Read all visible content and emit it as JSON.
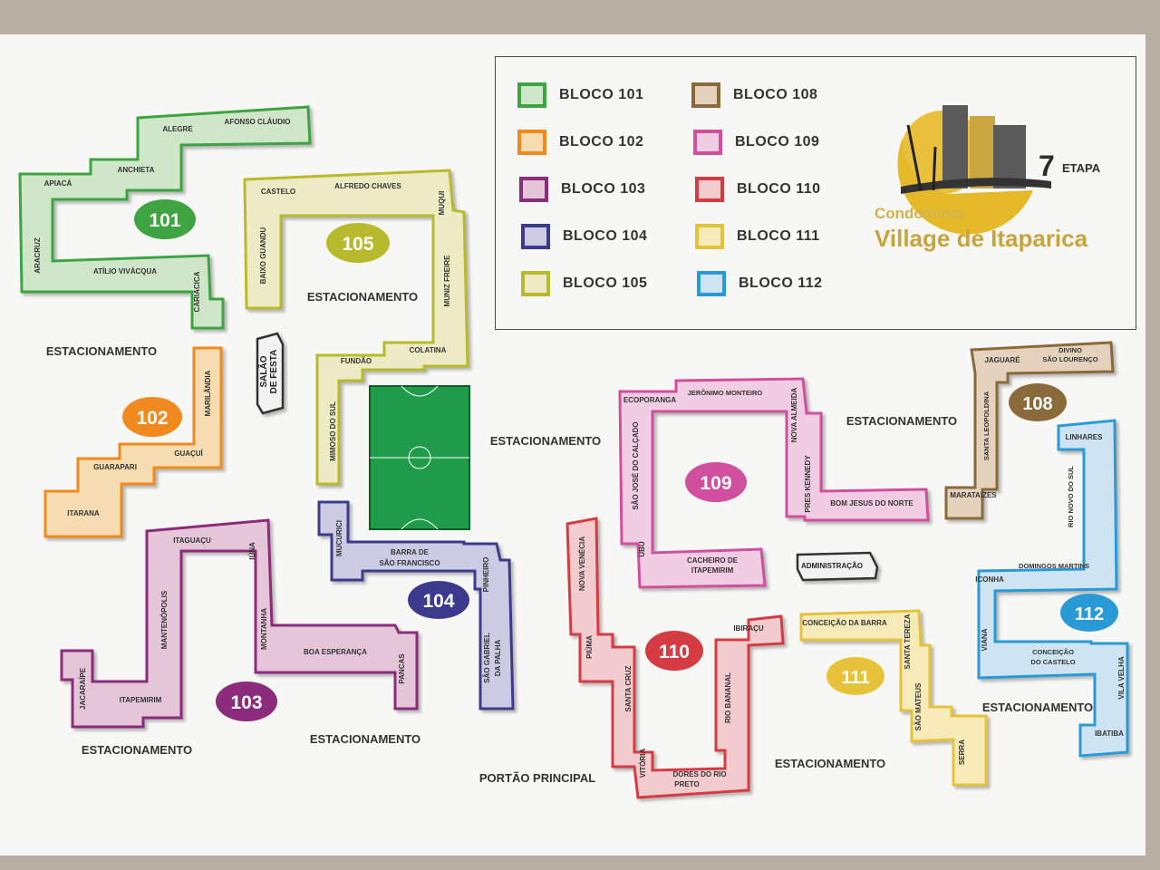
{
  "colors": {
    "101": "#3ea442",
    "102": "#f08a1f",
    "103": "#8c2a7c",
    "104": "#3c3a8c",
    "105": "#b7ba2c",
    "106": "#8a6a3a",
    "107": "#d04f9e",
    "108": "#8a6a3a",
    "109": "#d04f9e",
    "110": "#d53b43",
    "111": "#e6c23a",
    "112": "#2a9ad6",
    "field": "#1f9b4a"
  },
  "legend": [
    {
      "label": "BLOCO 101",
      "color": "#3ea442"
    },
    {
      "label": "BLOCO 102",
      "color": "#f08a1f"
    },
    {
      "label": "BLOCO 103",
      "color": "#8c2a7c"
    },
    {
      "label": "BLOCO 104",
      "color": "#3c3a8c"
    },
    {
      "label": "BLOCO 105",
      "color": "#b7ba2c"
    },
    {
      "label": "BLOCO 108",
      "color": "#8a6a3a"
    },
    {
      "label": "BLOCO 109",
      "color": "#d04f9e"
    },
    {
      "label": "BLOCO 110",
      "color": "#d53b43"
    },
    {
      "label": "BLOCO 111",
      "color": "#e6c23a"
    },
    {
      "label": "BLOCO 112",
      "color": "#2a9ad6"
    }
  ],
  "logo": {
    "stage_number": "7",
    "stage_label": "ETAPA",
    "line1": "Condomínio",
    "line2": "Village de Itaparica"
  },
  "block_numbers": {
    "b101": "101",
    "b102": "102",
    "b103": "103",
    "b104": "104",
    "b105": "105",
    "b108": "108",
    "b109": "109",
    "b110": "110",
    "b111": "111",
    "b112": "112"
  },
  "streets": {
    "afonso_claudio": "AFONSO CLÁUDIO",
    "alegre": "ALEGRE",
    "anchieta": "ANCHIETA",
    "apiaca": "APIACÁ",
    "aracruz": "ARACRUZ",
    "atilio_vivacqua": "ATÍLIO VIVÁCQUA",
    "cariacica": "CARIACICA",
    "castelo": "CASTELO",
    "alfredo_chaves": "ALFREDO CHAVES",
    "muqui": "MUQUI",
    "baixo_guandu": "BAIXO GUANDU",
    "muniz_freire": "MUNIZ FREIRE",
    "colatina": "COLATINA",
    "fundao": "FUNDÃO",
    "mimoso_do_sul": "MIMOSO DO SUL",
    "marilandia": "MARILÂNDIA",
    "guacui": "GUAÇUÍ",
    "guarapari": "GUARAPARI",
    "itarana": "ITARANA",
    "itaguacu": "ITAGUAÇU",
    "iuna": "IÚNA",
    "mantenopolis": "MANTENÓPOLIS",
    "montanha": "MONTANHA",
    "boa_esperanca": "BOA ESPERANÇA",
    "pancas": "PANCAS",
    "jacaraipe": "JACARAÍPE",
    "itapemirim": "ITAPEMIRIM",
    "mucurici": "MUCURICI",
    "barra_sf_1": "BARRA DE",
    "barra_sf_2": "SÃO FRANCISCO",
    "pinheiro": "PINHEIRO",
    "sgp_1": "SÃO GABRIEL",
    "sgp_2": "DA PALHA",
    "ecoporanga": "ECOPORANGA",
    "jeronimo": "JERÔNIMO MONTEIRO",
    "nova_almeida": "NOVA ALMEIDA",
    "sjc": "SÃO JOSÉ DO CALÇADO",
    "pres_kennedy": "PRES KENNEDY",
    "bom_jesus": "BOM JESUS DO NORTE",
    "ubu": "UBU",
    "cacheiro_1": "CACHEIRO DE",
    "cacheiro_2": "ITAPEMIRIM",
    "jaguare": "JAGUARÉ",
    "divino_1": "DIVINO",
    "divino_2": "SÃO LOURENÇO",
    "santa_leopoldina": "SANTA LEOPOLDINA",
    "marataizes": "MARATAÍZES",
    "linhares": "LINHARES",
    "rio_novo": "RIO NOVO DO SUL",
    "iconha": "ICONHA",
    "domingos_martins": "DOMINGOS MARTINS",
    "viana": "VIANA",
    "conc_castelo_1": "CONCEIÇÃO",
    "conc_castelo_2": "DO CASTELO",
    "vila_velha": "VILA VELHA",
    "ibatiba": "IBATIBA",
    "nova_venecia": "NOVA VENÉCIA",
    "piuma": "PIÚMA",
    "santa_cruz": "SANTA CRUZ",
    "vitoria": "VITÓRIA",
    "dores_1": "DORES DO RIO",
    "dores_2": "PRETO",
    "rio_bananal": "RIO BANANAL",
    "ibiracu": "IBIRAÇU",
    "conc_barra": "CONCEIÇÃO DA BARRA",
    "santa_tereza": "SANTA TEREZA",
    "sao_mateus": "SÃO MATEUS",
    "serra": "SERRA"
  },
  "places": {
    "salao_1": "SALÃO",
    "salao_2": "DE FESTA",
    "administracao": "ADMINISTRAÇÃO",
    "estacionamento": "ESTACIONAMENTO",
    "portao": "PORTÃO PRINCIPAL"
  }
}
